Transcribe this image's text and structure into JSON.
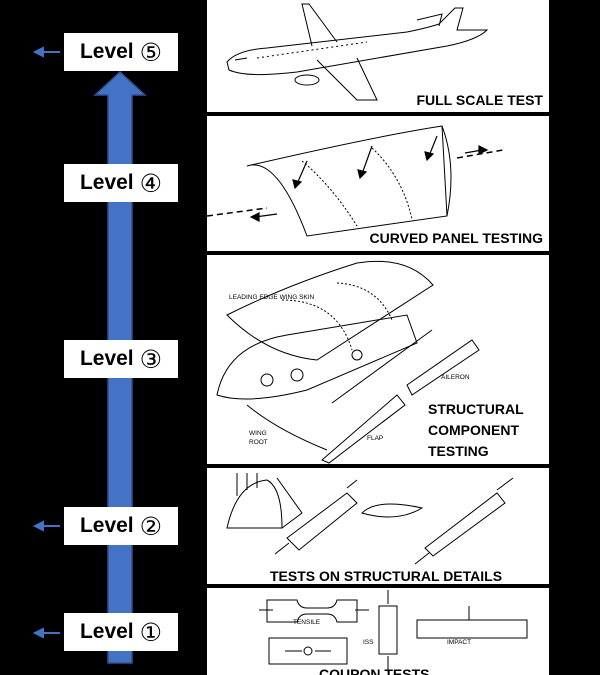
{
  "levels": [
    {
      "word": "Level",
      "num": "⑤"
    },
    {
      "word": "Level",
      "num": "④"
    },
    {
      "word": "Level",
      "num": "③"
    },
    {
      "word": "Level",
      "num": "②"
    },
    {
      "word": "Level",
      "num": "①"
    }
  ],
  "panels": {
    "full_scale": {
      "caption": "FULL SCALE TEST"
    },
    "curved_panel": {
      "caption": "CURVED PANEL TESTING"
    },
    "structural_component": {
      "caption_lines": [
        "STRUCTURAL",
        "COMPONENT",
        "TESTING"
      ],
      "labels": {
        "leading_edge": "LEADING EDGE WING SKIN",
        "aileron": "AILERON",
        "wing_root_1": "WING",
        "wing_root_2": "ROOT",
        "flap": "FLAP"
      }
    },
    "structural_details": {
      "caption": "TESTS ON STRUCTURAL DETAILS"
    },
    "coupon": {
      "caption": "COUPON TESTS",
      "labels": {
        "tensile": "TENSILE",
        "iss": "ISS",
        "impact": "IMPACT"
      }
    }
  },
  "colors": {
    "arrow": "#4472C4",
    "arrow_edge": "#2F528F",
    "background": "#000000",
    "panel": "#FFFFFF"
  }
}
